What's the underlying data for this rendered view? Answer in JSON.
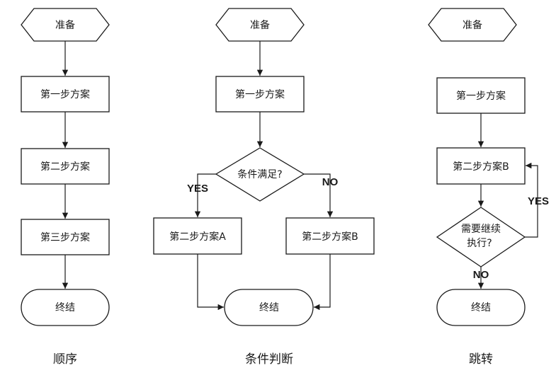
{
  "sequential": {
    "prepare": "准备",
    "step1": "第一步方案",
    "step2": "第二步方案",
    "step3": "第三步方案",
    "end": "终结",
    "caption": "顺序"
  },
  "conditional": {
    "prepare": "准备",
    "step1": "第一步方案",
    "decision": "条件满足?",
    "yes": "YES",
    "no": "NO",
    "step2a": "第二步方案A",
    "step2b": "第二步方案B",
    "end": "终结",
    "caption": "条件判断"
  },
  "jump": {
    "prepare": "准备",
    "step1": "第一步方案",
    "step2b": "第二步方案B",
    "decision_line1": "需要继续",
    "decision_line2": "执行?",
    "yes": "YES",
    "no": "NO",
    "end": "终结",
    "caption": "跳转"
  }
}
